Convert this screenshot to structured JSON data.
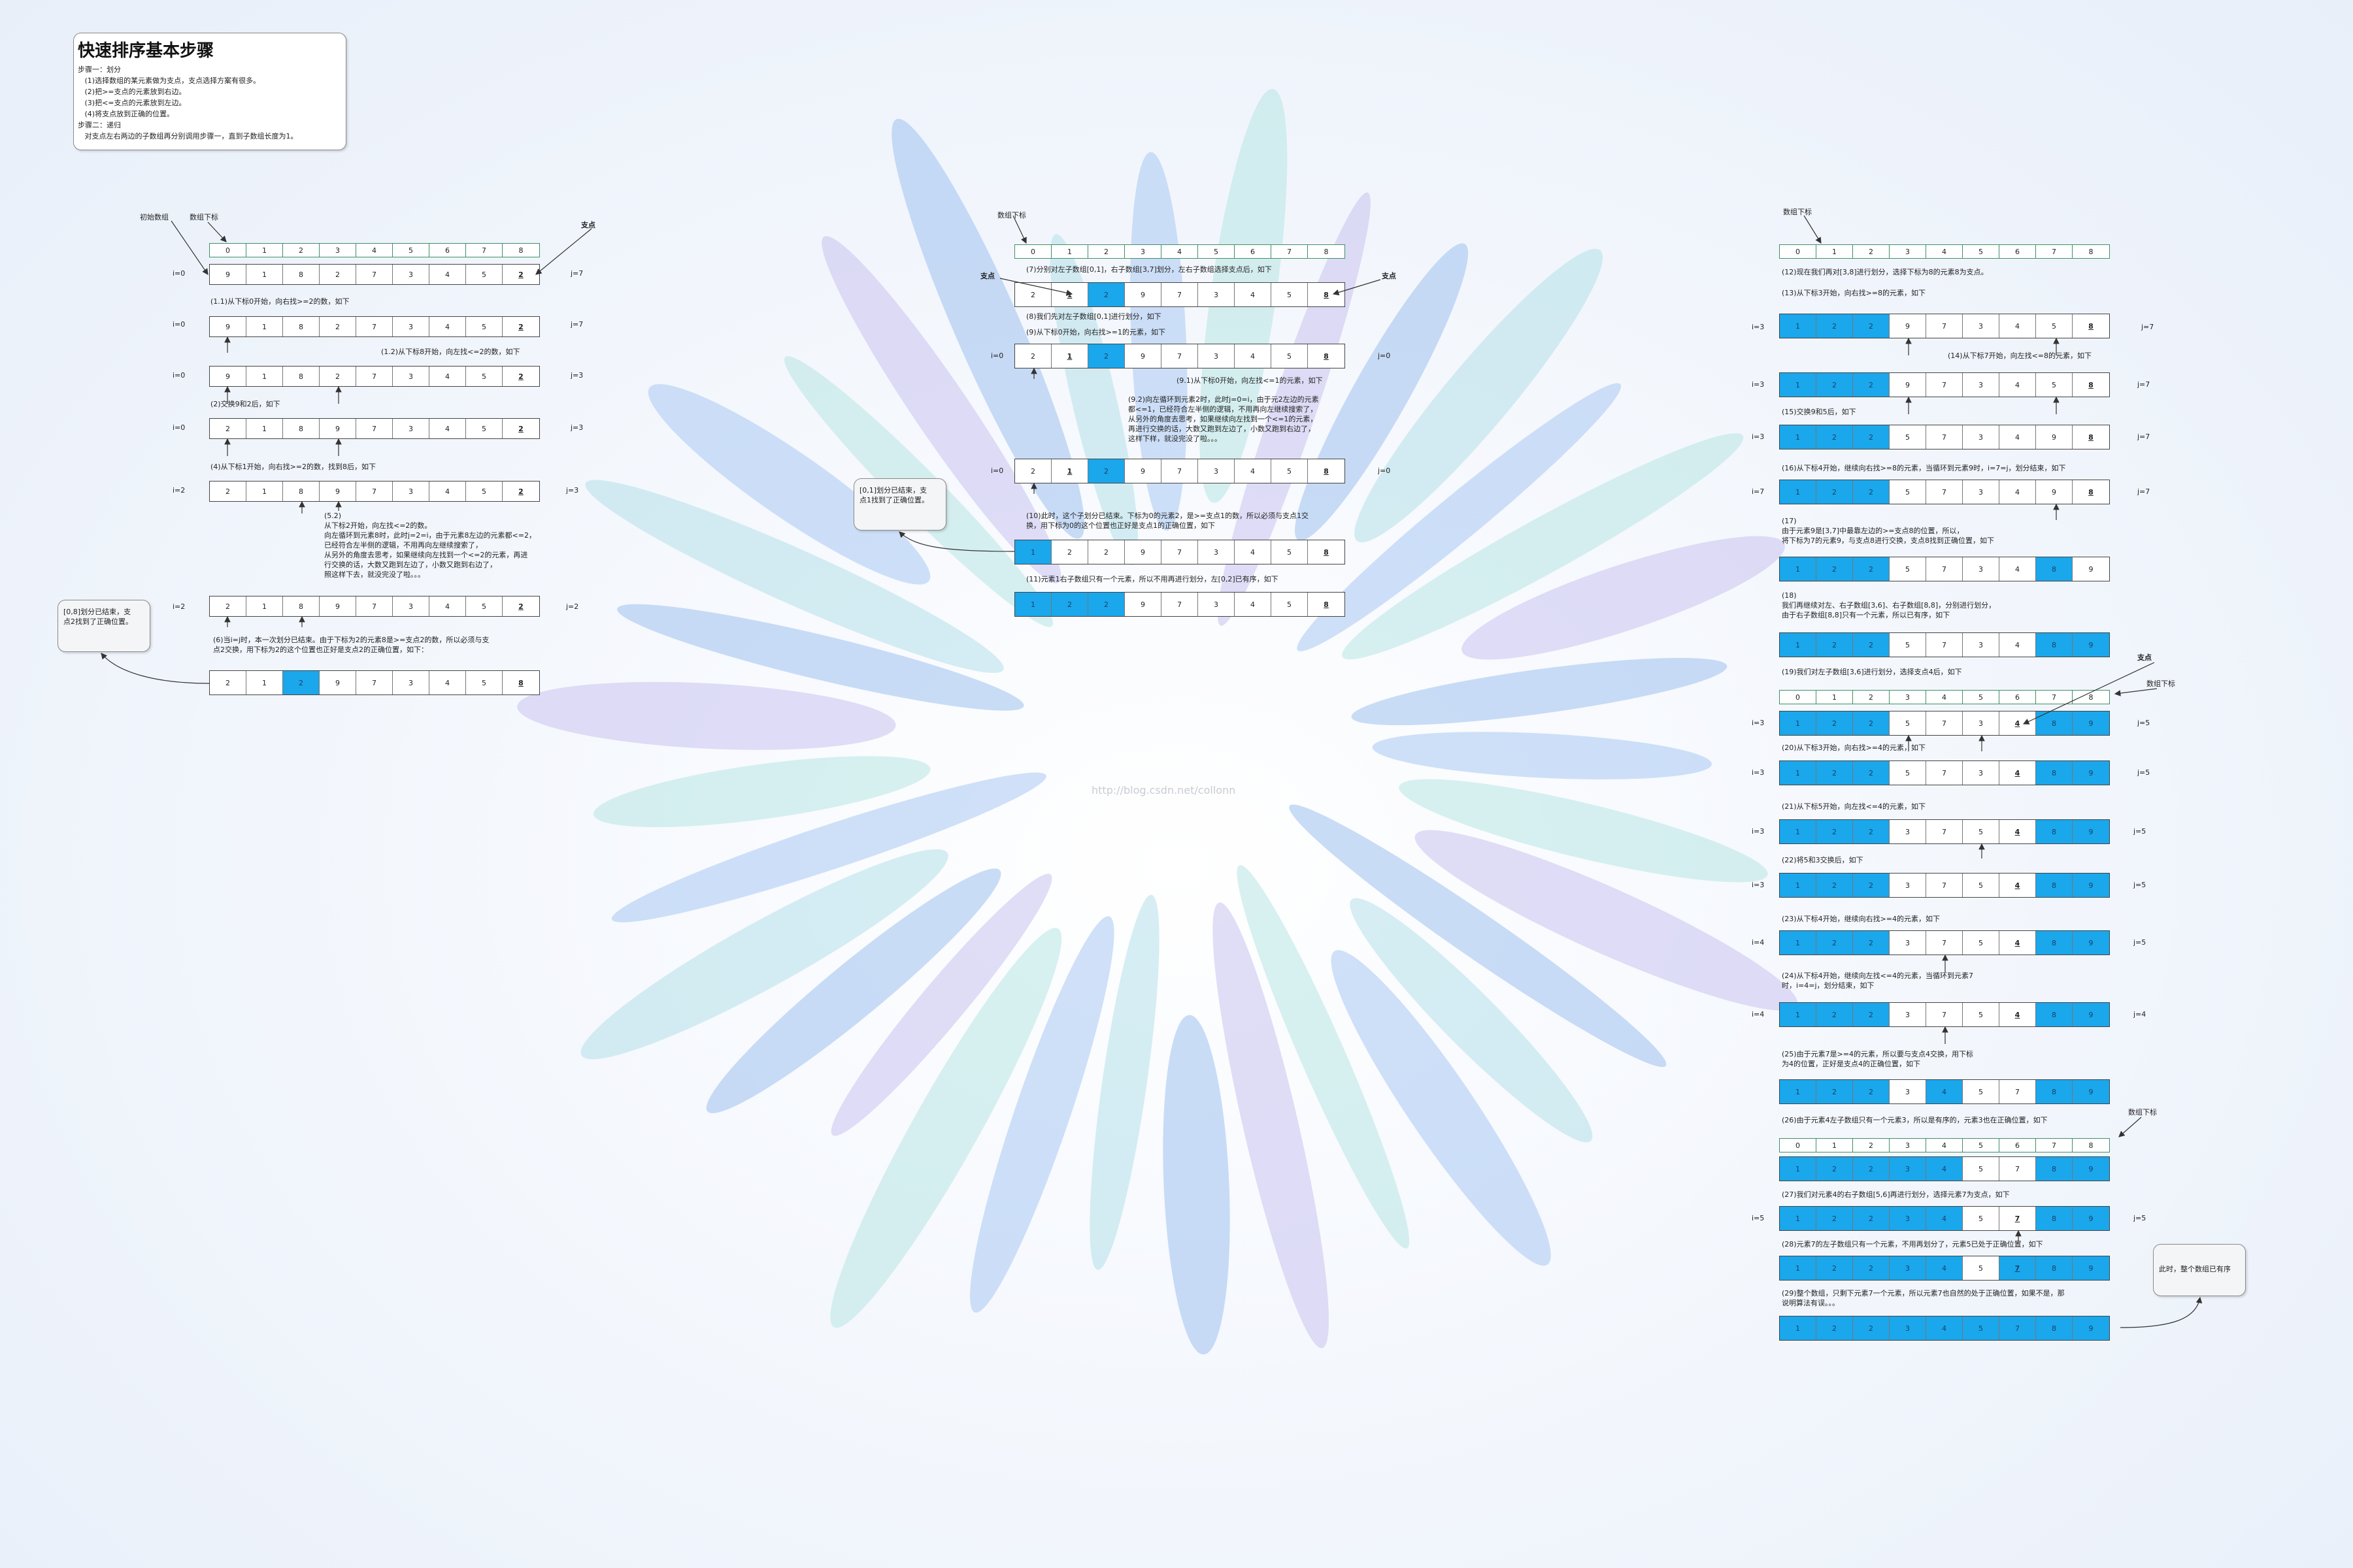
{
  "colors": {
    "highlight": "#1aa7ec",
    "index_border": "#3f8f66",
    "cell_border": "#777777",
    "note_box": "#f4f5f7"
  },
  "watermark": "http://blog.csdn.net/collonn",
  "title_box": {
    "title": "快速排序基本步骤",
    "steps": "步骤一：划分\n   (1)选择数组的某元素做为支点，支点选择方案有很多。\n   (2)把>=支点的元素放到右边。\n   (3)把<=支点的元素放到左边。\n   (4)将支点放到正确的位置。\n步骤二：递归\n   对支点左右两边的子数组再分别调用步骤一，直到子数组长度为1。"
  },
  "labels": {
    "initial_array": "初始数组",
    "index_label": "数组下标",
    "pivot": "支点"
  },
  "panels": {
    "left": {
      "index_row": [
        "0",
        "1",
        "2",
        "3",
        "4",
        "5",
        "6",
        "7",
        "8"
      ],
      "i0": "i=0",
      "j7": "j=7",
      "i2": "i=2",
      "j3": "j=3",
      "j2": "j=2",
      "rows": [
        [
          "9",
          "1",
          "8",
          "2",
          "7",
          "3",
          "4",
          "5",
          "2"
        ],
        [
          "9",
          "1",
          "8",
          "2",
          "7",
          "3",
          "4",
          "5",
          "2"
        ],
        [
          "9",
          "1",
          "8",
          "2",
          "7",
          "3",
          "4",
          "5",
          "2"
        ],
        [
          "2",
          "1",
          "8",
          "9",
          "7",
          "3",
          "4",
          "5",
          "2"
        ],
        [
          "2",
          "1",
          "8",
          "9",
          "7",
          "3",
          "4",
          "5",
          "2"
        ],
        [
          "2",
          "1",
          "8",
          "9",
          "7",
          "3",
          "4",
          "5",
          "2"
        ],
        [
          "2",
          "1",
          "2",
          "9",
          "7",
          "3",
          "4",
          "5",
          "8"
        ]
      ],
      "notes": {
        "n11": "(1.1)从下标0开始，向右找>=2的数，如下",
        "n12": "(1.2)从下标8开始，向左找<=2的数，如下",
        "n2": "(2)交换9和2后，如下",
        "n4": "(4)从下标1开始，向右找>=2的数，找到8后，如下",
        "n52": "(5.2)\n从下标2开始，向左找<=2的数。\n向左循环到元素8时，此时j=2=i，由于元素8左边的元素都<=2，\n已经符合左半侧的逻辑，不用再向左继续搜索了，\n从另外的角度去思考，如果继续向左找到一个<=2的元素，再进\n行交换的话，大数又跑到左边了，小数又跑到右边了，\n照这样下去，就没完没了啦。。。",
        "n6": "(6)当i=j时，本一次划分已结束。由于下标为2的元素8是>=支点2的数，所以必须与支\n点2交换，用下标为2的这个位置也正好是支点2的正确位置，如下："
      },
      "done_box": "[0,8]划分已结束，支\n点2找到了正确位置。"
    },
    "middle": {
      "index_row": [
        "0",
        "1",
        "2",
        "3",
        "4",
        "5",
        "6",
        "7",
        "8"
      ],
      "i0": "i=0",
      "j0": "j=0",
      "rows": [
        [
          "2",
          "1",
          "2",
          "9",
          "7",
          "3",
          "4",
          "5",
          "8"
        ],
        [
          "2",
          "1",
          "2",
          "9",
          "7",
          "3",
          "4",
          "5",
          "8"
        ],
        [
          "2",
          "1",
          "2",
          "9",
          "7",
          "3",
          "4",
          "5",
          "8"
        ],
        [
          "1",
          "2",
          "2",
          "9",
          "7",
          "3",
          "4",
          "5",
          "8"
        ],
        [
          "1",
          "2",
          "2",
          "9",
          "7",
          "3",
          "4",
          "5",
          "8"
        ]
      ],
      "notes": {
        "n7": "(7)分别对左子数组[0,1]，右子数组[3,7]划分，左右子数组选择支点后，如下",
        "n8": "(8)我们先对左子数组[0,1]进行划分，如下",
        "n9": "(9)从下标0开始，向右找>=1的元素，如下",
        "n91": "(9.1)从下标0开始，向左找<=1的元素，如下",
        "n92": "(9.2)向左循环到元素2时，此时j=0=i，由于元2左边的元素\n都<=1，已经符合左半侧的逻辑，不用再向左继续搜索了，\n从另外的角度去思考，如果继续向左找到一个<=1的元素，\n再进行交换的话，大数又跑到左边了，小数又跑到右边了，\n这样下样，就没完没了啦。。。",
        "n10": "(10)此时，这个子划分已结束。下标为0的元素2，是>=支点1的数，所以必须与支点1交\n换，用下标为0的这个位置也正好是支点1的正确位置，如下",
        "n11": "(11)元素1右子数组只有一个元素，所以不用再进行划分，左[0,2]已有序，如下"
      },
      "done_box": "[0,1]划分已结束，支\n点1找到了正确位置。"
    },
    "right": {
      "index_row": [
        "0",
        "1",
        "2",
        "3",
        "4",
        "5",
        "6",
        "7",
        "8"
      ],
      "i3": "i=3",
      "i4": "i=4",
      "i5": "i=5",
      "i7": "i=7",
      "j7": "j=7",
      "j5": "j=5",
      "j4": "j=4",
      "rows": [
        [
          "1",
          "2",
          "2",
          "9",
          "7",
          "3",
          "4",
          "5",
          "8"
        ],
        [
          "1",
          "2",
          "2",
          "9",
          "7",
          "3",
          "4",
          "5",
          "8"
        ],
        [
          "1",
          "2",
          "2",
          "5",
          "7",
          "3",
          "4",
          "9",
          "8"
        ],
        [
          "1",
          "2",
          "2",
          "5",
          "7",
          "3",
          "4",
          "9",
          "8"
        ],
        [
          "1",
          "2",
          "2",
          "5",
          "7",
          "3",
          "4",
          "8",
          "9"
        ],
        [
          "1",
          "2",
          "2",
          "5",
          "7",
          "3",
          "4",
          "8",
          "9"
        ],
        [
          "1",
          "2",
          "2",
          "5",
          "7",
          "3",
          "4",
          "8",
          "9"
        ],
        [
          "1",
          "2",
          "2",
          "5",
          "7",
          "3",
          "4",
          "8",
          "9"
        ],
        [
          "1",
          "2",
          "2",
          "3",
          "7",
          "5",
          "4",
          "8",
          "9"
        ],
        [
          "1",
          "2",
          "2",
          "3",
          "7",
          "5",
          "4",
          "8",
          "9"
        ],
        [
          "1",
          "2",
          "2",
          "3",
          "7",
          "5",
          "4",
          "8",
          "9"
        ],
        [
          "1",
          "2",
          "2",
          "3",
          "4",
          "5",
          "7",
          "8",
          "9"
        ],
        [
          "1",
          "2",
          "2",
          "3",
          "4",
          "5",
          "7",
          "8",
          "9"
        ],
        [
          "1",
          "2",
          "2",
          "3",
          "4",
          "5",
          "7",
          "8",
          "9"
        ],
        [
          "1",
          "2",
          "2",
          "3",
          "4",
          "5",
          "7",
          "8",
          "9"
        ],
        [
          "1",
          "2",
          "2",
          "3",
          "4",
          "5",
          "7",
          "8",
          "9"
        ]
      ],
      "notes": {
        "n12": "(12)现在我们再对[3,8]进行划分，选择下标为8的元素8为支点。",
        "n13": "(13)从下标3开始，向右找>=8的元素，如下",
        "n14": "(14)从下标7开始，向左找<=8的元素，如下",
        "n15": "(15)交换9和5后，如下",
        "n16": "(16)从下标4开始，继续向右找>=8的元素，当循环到元素9时，i=7=j，划分结束，如下",
        "n17": "(17)\n由于元素9是[3,7]中最靠左边的>=支点8的位置，所以，\n将下标为7的元素9，与支点8进行交换，支点8找到正确位置，如下",
        "n18": "(18)\n我们再继续对左、右子数组[3,6]、右子数组[8,8]，分别进行划分，\n由于右子数组[8,8]只有一个元素，所以已有序，如下",
        "n19": "(19)我们对左子数组[3,6]进行划分，选择支点4后，如下",
        "n20": "(20)从下标3开始，向右找>=4的元素，如下",
        "n21": "(21)从下标5开始，向左找<=4的元素，如下",
        "n22": "(22)将5和3交换后，如下",
        "n23": "(23)从下标4开始，继续向右找>=4的元素，如下",
        "n24": "(24)从下标4开始，继续向左找<=4的元素，当循环到元素7\n时，i=4=j，划分结束，如下",
        "n25": "(25)由于元素7是>=4的元素，所以要与支点4交换，用下标\n为4的位置，正好是支点4的正确位置，如下",
        "n26": "(26)由于元素4左子数组只有一个元素3，所以是有序的，元素3也在正确位置，如下",
        "n27": "(27)我们对元素4的右子数组[5,6]再进行划分，选择元素7为支点，如下",
        "n28": "(28)元素7的左子数组只有一个元素，不用再划分了，元素5已处于正确位置，如下",
        "n29": "(29)整个数组，只剩下元素7一个元素，所以元素7也自然的处于正确位置，如果不是，那\n说明算法有误。。。"
      },
      "done_box": "此时，整个数组已有序"
    }
  }
}
